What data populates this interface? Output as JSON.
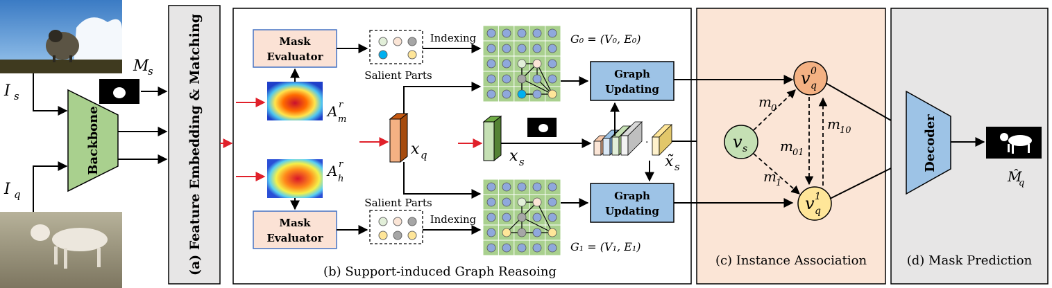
{
  "panels": {
    "a": "(a) Feature Embedding & Matching",
    "b": "(b) Support-induced Graph Reasoing",
    "c": "(c) Instance Association",
    "d": "(d) Mask Prediction"
  },
  "inputs": {
    "support_image": "I",
    "support_image_sub": "s",
    "query_image": "I",
    "query_image_sub": "q",
    "support_mask": "M",
    "support_mask_sub": "s"
  },
  "backbone": "Backbone",
  "mask_evaluator": [
    "Mask",
    "Evaluator"
  ],
  "salient_parts": "Salient Parts",
  "indexing": "Indexing",
  "graph_updating": [
    "Graph",
    "Updating"
  ],
  "graphs": {
    "g0": "G₀ = (V₀, E₀)",
    "g1": "G₁ = (V₁, E₁)"
  },
  "attention": {
    "m": "A",
    "m_sup": "r",
    "m_sub": "m",
    "h": "A",
    "h_sup": "r",
    "h_sub": "h"
  },
  "features": {
    "xq": "x",
    "xq_sub": "q",
    "xs": "x",
    "xs_sub": "s",
    "xs_tilde": "x̃",
    "xs_tilde_sub": "s"
  },
  "nodes": {
    "vs": "v",
    "vs_sub": "s",
    "vq0": "v",
    "vq0_sup": "0",
    "vq1": "v",
    "vq1_sup": "1",
    "vq_sub": "q"
  },
  "edges": {
    "m0": "m",
    "m0_sub": "0",
    "m1": "m",
    "m1_sub": "1",
    "m01": "m",
    "m01_sub": "01",
    "m10": "m",
    "m10_sub": "10"
  },
  "decoder": "Decoder",
  "output": {
    "label": "M̂",
    "sub": "q"
  },
  "colors": {
    "backbone": "#a9d08e",
    "evaluator": "#fbe2d5",
    "graph_box": "#9dc3e6",
    "panel_c": "#fbe5d6",
    "panel_d": "#e7e6e6",
    "panel_a": "#e7e6e6",
    "grid_bg": "#a9d08e",
    "grid_node": "#8fa8dc",
    "red": "#e0202a",
    "vq0": "#f4b183",
    "vq1": "#ffe699",
    "vs": "#c5e0b4"
  }
}
